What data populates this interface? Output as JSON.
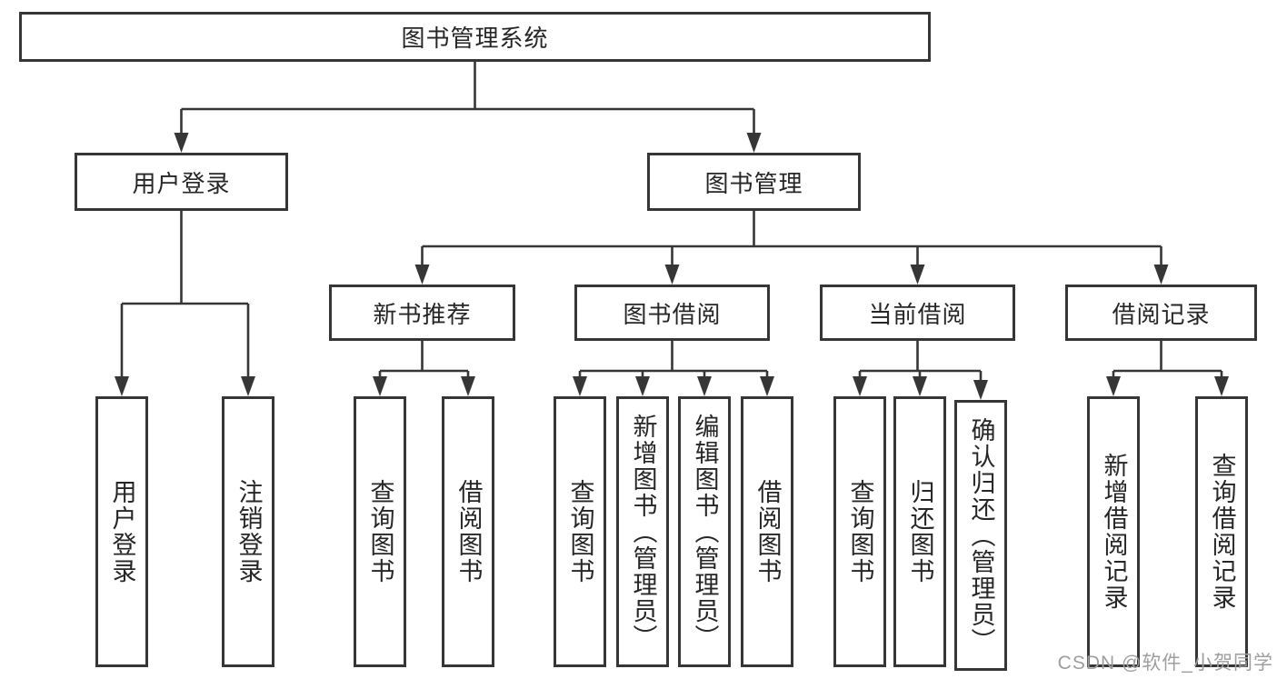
{
  "diagram": {
    "root": "图书管理系统",
    "level2": {
      "user_login": "用户登录",
      "book_management": "图书管理"
    },
    "level3": {
      "new_book_recommendation": "新书推荐",
      "book_borrowing": "图书借阅",
      "current_borrowing": "当前借阅",
      "borrowing_records": "借阅记录"
    },
    "leaves": {
      "user_login": [
        "用户登录",
        "注销登录"
      ],
      "new_book_recommendation": [
        "查询图书",
        "借阅图书"
      ],
      "book_borrowing": [
        "查询图书",
        "新增图书（管理员）",
        "编辑图书（管理员）",
        "借阅图书"
      ],
      "current_borrowing": [
        "查询图书",
        "归还图书",
        "确认归还（管理员）"
      ],
      "borrowing_records": [
        "新增借阅记录",
        "查询借阅记录"
      ]
    }
  },
  "watermark": "CSDN @软件_小贺同学",
  "colors": {
    "line": "#363636",
    "border": "#363636",
    "text": "#262626",
    "watermark": "#9e9e9e",
    "background": "#ffffff"
  }
}
